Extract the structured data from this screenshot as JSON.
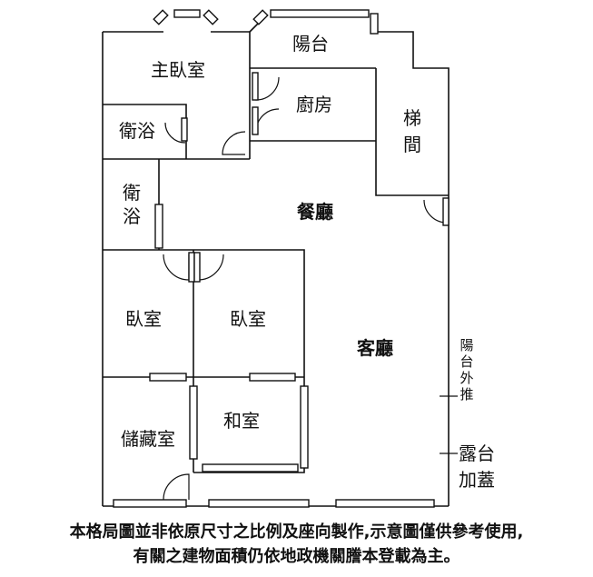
{
  "floorplan": {
    "rooms": {
      "balcony": "陽台",
      "master_bedroom": "主臥室",
      "kitchen": "廚房",
      "bathroom_1": "衛浴",
      "stairwell_1": "梯",
      "stairwell_2": "間",
      "bathroom_2_line1": "衛",
      "bathroom_2_line2": "浴",
      "dining": "餐廳",
      "bedroom_left": "臥室",
      "bedroom_center": "臥室",
      "living": "客廳",
      "storage": "儲藏室",
      "tatami": "和室"
    },
    "annotations": {
      "balcony_push_1": "陽",
      "balcony_push_2": "台",
      "balcony_push_3": "外",
      "balcony_push_4": "推",
      "terrace_line1": "露台",
      "terrace_line2": "加蓋"
    },
    "colors": {
      "wall": "#111111",
      "background": "#ffffff"
    }
  },
  "disclaimer": {
    "line1": "本格局圖並非依原尺寸之比例及座向製作,示意圖僅供參考使用,",
    "line2": "有關之建物面積仍依地政機關謄本登載為主。"
  }
}
